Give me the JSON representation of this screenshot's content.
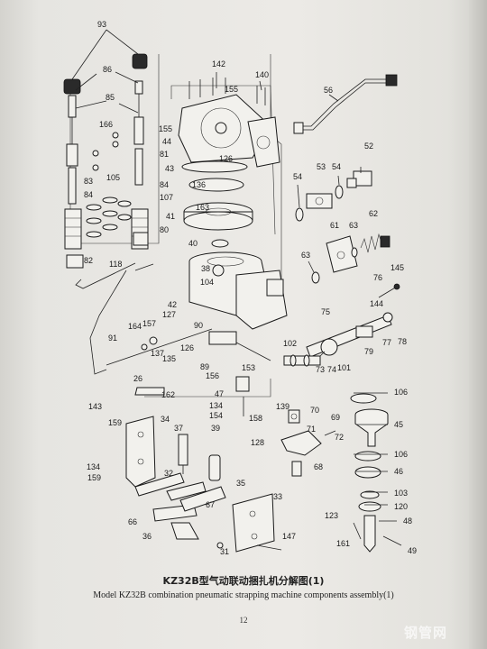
{
  "caption": {
    "chinese": "KZ32B型气动联动捆扎机分解图(1)",
    "english": "Model KZ32B combination pneumatic strapping machine components assembly(1)"
  },
  "page_number": "12",
  "watermark": "钢管网",
  "part_labels": {
    "p93": "93",
    "p86": "86",
    "p85": "85",
    "p166": "166",
    "p81": "81",
    "p83": "83",
    "p84": "84",
    "p105": "105",
    "p82": "82",
    "p118": "118",
    "p80": "80",
    "p142": "142",
    "p140": "140",
    "p155a": "155",
    "p155b": "155",
    "p44": "44",
    "p43": "43",
    "p126a": "126",
    "p136": "136",
    "p107": "107",
    "p163": "163",
    "p41": "41",
    "p40": "40",
    "p38": "38",
    "p104": "104",
    "p42": "42",
    "p56": "56",
    "p52": "52",
    "p53": "53",
    "p54a": "54",
    "p54b": "54",
    "p61": "61",
    "p63a": "63",
    "p62": "62",
    "p63b": "63",
    "p76": "76",
    "p145": "145",
    "p144": "144",
    "p75": "75",
    "p77": "77",
    "p78": "78",
    "p79": "79",
    "p102": "102",
    "p73": "73",
    "p74": "74",
    "p101": "101",
    "p127": "127",
    "p157": "157",
    "p164": "164",
    "p90": "90",
    "p91": "91",
    "p137": "137",
    "p126b": "126",
    "p135": "135",
    "p89": "89",
    "p156": "156",
    "p153": "153",
    "p26": "26",
    "p162": "162",
    "p106a": "106",
    "p47": "47",
    "p134a": "134",
    "p154": "154",
    "p158": "158",
    "p139": "139",
    "p70": "70",
    "p45": "45",
    "p143": "143",
    "p159a": "159",
    "p34": "34",
    "p37": "37",
    "p39": "39",
    "p71": "71",
    "p69": "69",
    "p72": "72",
    "p128": "128",
    "p106b": "106",
    "p134b": "134",
    "p159b": "159",
    "p68": "68",
    "p46": "46",
    "p32": "32",
    "p35": "35",
    "p103": "103",
    "p120": "120",
    "p67": "67",
    "p33": "33",
    "p123": "123",
    "p48": "48",
    "p66": "66",
    "p36": "36",
    "p147": "147",
    "p161": "161",
    "p31": "31",
    "p49": "49"
  }
}
